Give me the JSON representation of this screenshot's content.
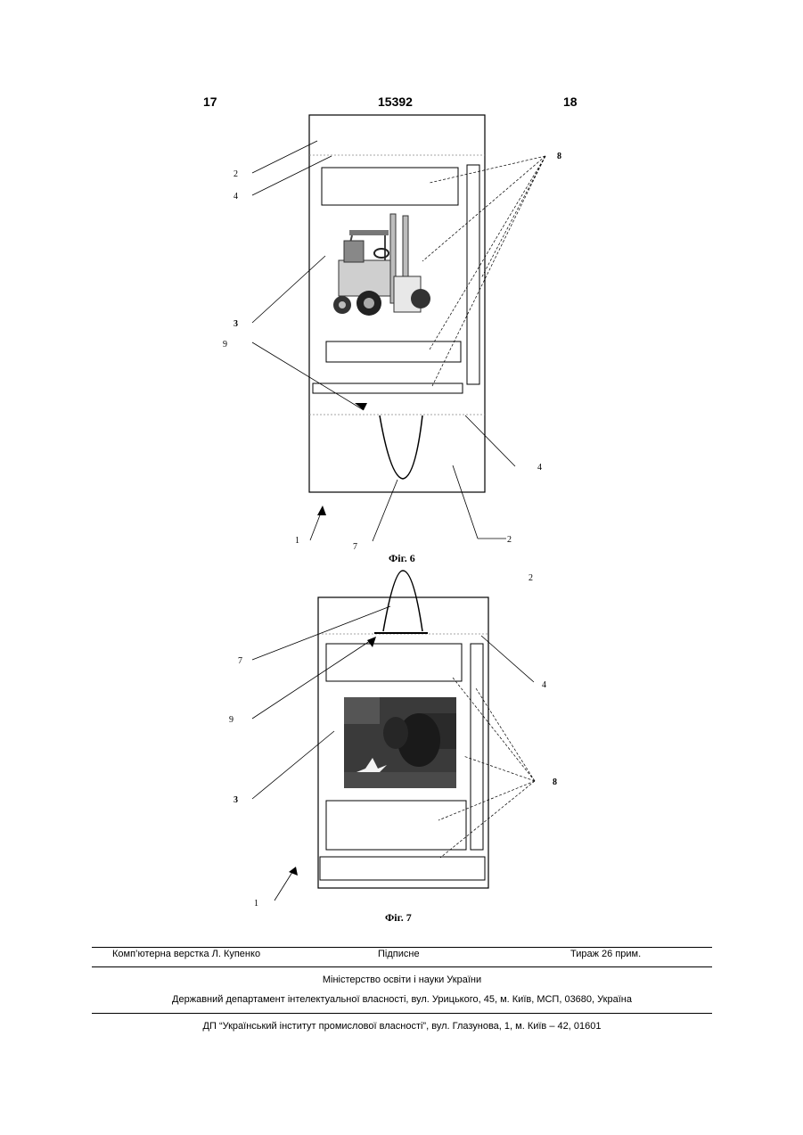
{
  "header": {
    "page_left": "17",
    "patent_number": "15392",
    "page_right": "18"
  },
  "figure6": {
    "caption": "Фіг. 6",
    "labels": {
      "l2a": "2",
      "l4a": "4",
      "l8": "8",
      "l3": "3",
      "l9": "9",
      "l4b": "4",
      "l1": "1",
      "l7": "7",
      "l2b": "2"
    }
  },
  "figure7": {
    "caption": "Фіг. 7",
    "labels": {
      "l2": "2",
      "l7": "7",
      "l4": "4",
      "l9": "9",
      "l8": "8",
      "l3": "3",
      "l1": "1"
    }
  },
  "footer": {
    "typesetting": "Комп’ютерна верстка Л. Купенко",
    "signed": "Підписне",
    "circulation": "Тираж 26 прим.",
    "ministry": "Міністерство освіти і науки України",
    "department": "Державний департамент інтелектуальної власності, вул. Урицького, 45, м. Київ, МСП, 03680, Україна",
    "institute": "ДП “Український інститут промислової власності”, вул. Глазунова, 1, м. Київ – 42, 01601"
  }
}
